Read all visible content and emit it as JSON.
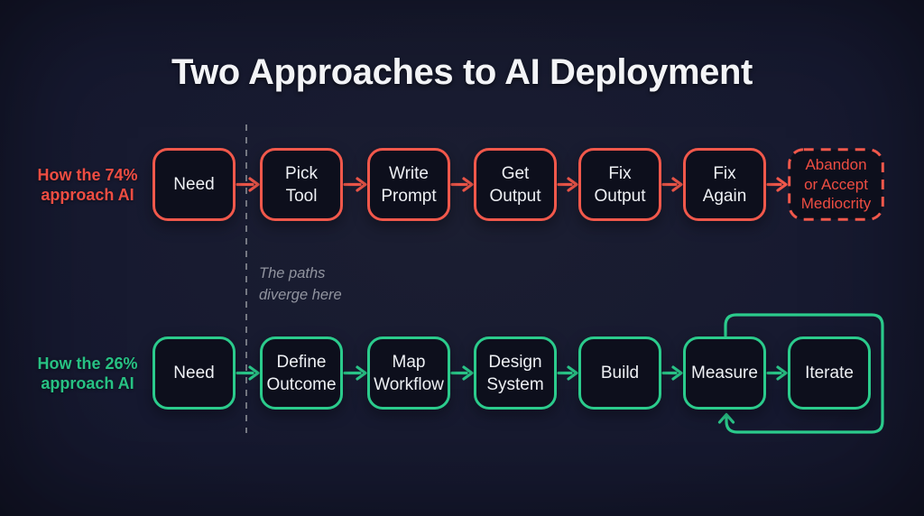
{
  "title": "Two Approaches to AI Deployment",
  "divider_note": {
    "lines": [
      "The paths",
      "diverge here"
    ]
  },
  "rows": [
    {
      "id": "approach-74",
      "label_lines": [
        "How the 74%",
        "approach AI"
      ],
      "steps": [
        {
          "lines": [
            "Need"
          ]
        },
        {
          "lines": [
            "Pick",
            "Tool"
          ]
        },
        {
          "lines": [
            "Write",
            "Prompt"
          ]
        },
        {
          "lines": [
            "Get",
            "Output"
          ]
        },
        {
          "lines": [
            "Fix",
            "Output"
          ]
        },
        {
          "lines": [
            "Fix",
            "Again"
          ]
        },
        {
          "lines": [
            "Abandon",
            "or Accept",
            "Mediocrity"
          ],
          "style": "dashed"
        }
      ]
    },
    {
      "id": "approach-26",
      "label_lines": [
        "How the 26%",
        "approach AI"
      ],
      "steps": [
        {
          "lines": [
            "Need"
          ]
        },
        {
          "lines": [
            "Define",
            "Outcome"
          ]
        },
        {
          "lines": [
            "Map",
            "Workflow"
          ]
        },
        {
          "lines": [
            "Design",
            "System"
          ]
        },
        {
          "lines": [
            "Build"
          ]
        },
        {
          "lines": [
            "Measure"
          ]
        },
        {
          "lines": [
            "Iterate"
          ]
        }
      ],
      "loop": true
    }
  ],
  "colors": {
    "red": "#f1584b",
    "red_text": "#ee4d42",
    "green": "#2bcb8c",
    "green_text": "#27c183",
    "divider": "#757882",
    "note": "#91949f",
    "title": "#f3f4f7",
    "box_text": "#eef0f4",
    "box_fill": "#0d0f1c"
  }
}
